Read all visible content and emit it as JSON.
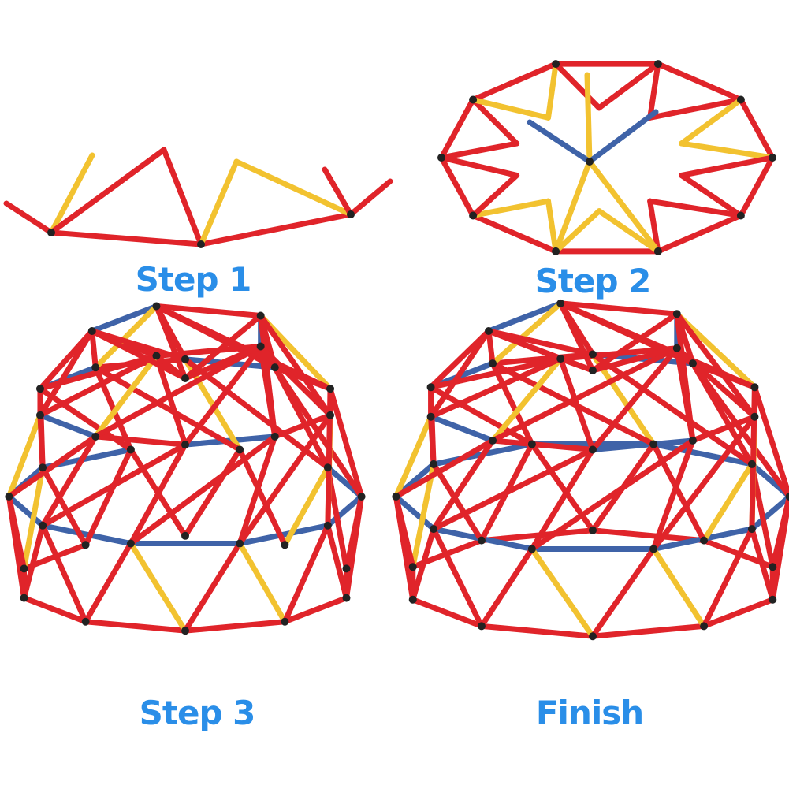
{
  "steps": [
    {
      "label": "Step 1"
    },
    {
      "label": "Step 2"
    },
    {
      "label": "Step 3"
    },
    {
      "label": "Finish"
    }
  ],
  "colors": {
    "label": "#2a8ee8",
    "red": "#e0242a",
    "yellow": "#f2c230",
    "blue": "#3f63a8",
    "joint": "#222222"
  }
}
